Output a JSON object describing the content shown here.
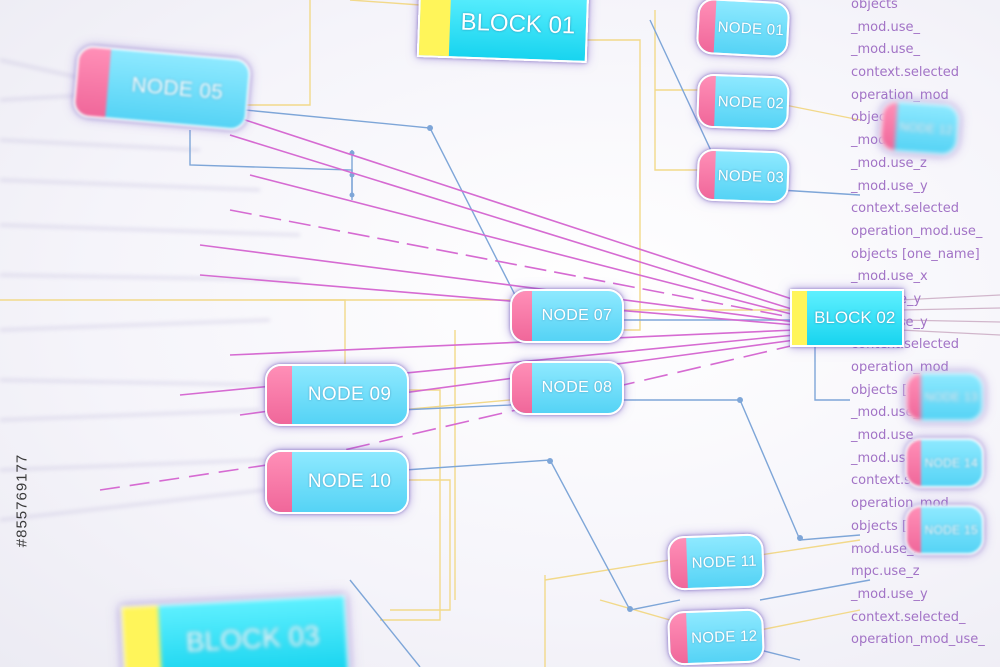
{
  "diagram": {
    "blocks": [
      {
        "id": "block-01",
        "label": "BLOCK 01"
      },
      {
        "id": "block-02",
        "label": "BLOCK 02"
      },
      {
        "id": "block-03",
        "label": "BLOCK 03"
      }
    ],
    "nodes": [
      {
        "id": "node-01",
        "label": "NODE 01"
      },
      {
        "id": "node-02",
        "label": "NODE 02"
      },
      {
        "id": "node-03",
        "label": "NODE 03"
      },
      {
        "id": "node-05",
        "label": "NODE 05"
      },
      {
        "id": "node-07",
        "label": "NODE 07"
      },
      {
        "id": "node-08",
        "label": "NODE 08"
      },
      {
        "id": "node-09",
        "label": "NODE 09"
      },
      {
        "id": "node-10",
        "label": "NODE 10"
      },
      {
        "id": "node-11",
        "label": "NODE 11"
      },
      {
        "id": "node-12",
        "label": "NODE 12"
      },
      {
        "id": "node-12b",
        "label": "NODE 12"
      },
      {
        "id": "node-13",
        "label": "NODE 13"
      },
      {
        "id": "node-14",
        "label": "NODE 14"
      },
      {
        "id": "node-15",
        "label": "NODE 15"
      }
    ],
    "code_lines": [
      "objects",
      "_mod.use_",
      "_mod.use_",
      "context.selected",
      "operation_mod",
      "objects [one_n",
      "_mod.use_y",
      "_mod.use_z",
      "_mod.use_y",
      "context.selected",
      "operation_mod.use_",
      "objects [one_name]",
      "_mod.use_x",
      "mod.use_y",
      "_mod.use_y",
      "context.selected",
      "operation_mod",
      "objects [one_",
      "_mod.use_x",
      "_mod.use_",
      "_mod.use_",
      "context.selected",
      "operation_mod",
      "objects [one_name]",
      "mod.use_x",
      "mpc.use_z",
      "_mod.use_y",
      "context.selected_",
      "operation_mod_use_"
    ],
    "colors": {
      "node_fill": "#55d3f5",
      "node_tab": "#f0679a",
      "block_tab": "#fff55a",
      "wire_blue": "#7ea6d8",
      "wire_yellow": "#f2d98a",
      "wire_magenta": "#d66bd2",
      "code_text": "#a273c6"
    }
  },
  "watermark": {
    "id_text": "#855769177"
  }
}
